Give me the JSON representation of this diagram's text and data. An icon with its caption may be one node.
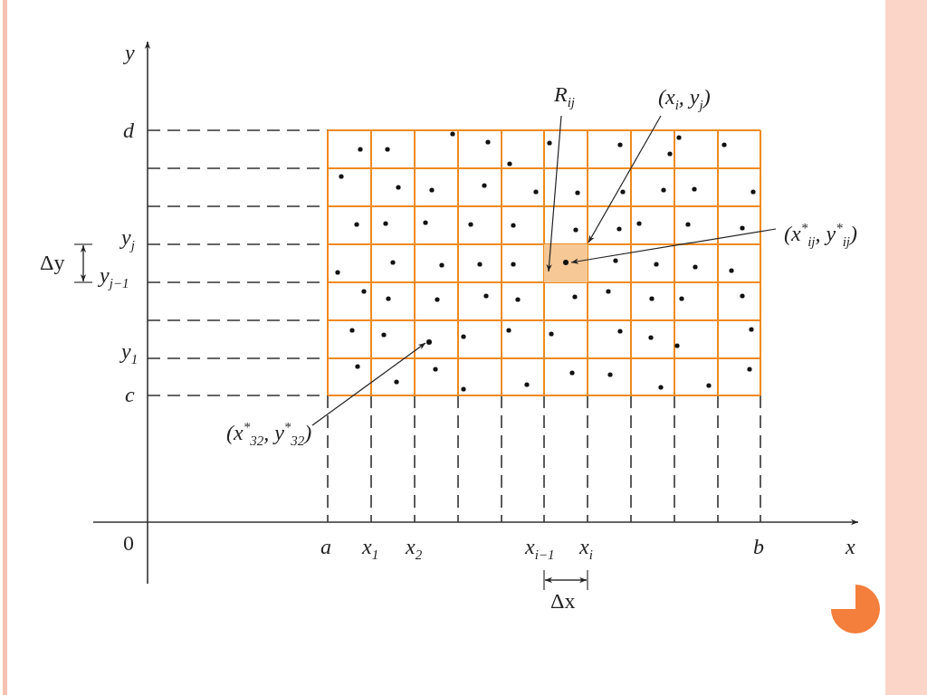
{
  "diagram": {
    "nodes": [
      {
        "text": [
          "R$_{ij}$"
        ]
      },
      {
        "text": [
          "(x$_{i}$, y$_{j}$)"
        ]
      },
      {
        "text": [
          "(x$^{*}$$_{ij}$, y$^{*}$$_{ij}$)"
        ]
      },
      {
        "text": [
          "(x$^{*}$$_{32}$, y$^{*}$$_{32}$)"
        ]
      },
      {
        "text": [],
        "shape": "box"
      },
      {
        "text": [],
        "shape": "circle",
        "in": 4
      },
      {
        "text": [],
        "shape": "circle"
      }
    ],
    "edges": [
      {
        "from": 0,
        "to": 4,
        "arrow": "to"
      },
      {
        "from": 1,
        "to": 4,
        "arrow": "to"
      },
      {
        "from": 2,
        "to": 5,
        "arrow": "to"
      },
      {
        "from": 3,
        "to": 6,
        "arrow": "to"
      }
    ],
    "labels": [
      "y",
      "d",
      "y$_{j}$",
      "Δy",
      "y$_{j−1}$",
      "y$_{1}$",
      "c",
      "0",
      "a",
      "x$_{1}$",
      "x$_{2}$",
      "x$_{i−1}$",
      "x$_{i}$",
      "b",
      "x",
      "Δx"
    ]
  }
}
